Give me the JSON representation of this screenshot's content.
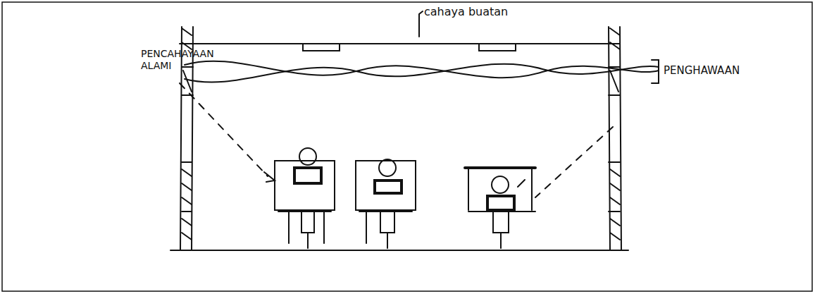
{
  "diagram": {
    "labels": [
      "cahaya buatan",
      "PENCAHAYAAN ALAMI",
      "PENGHAWAAN"
    ]
  }
}
